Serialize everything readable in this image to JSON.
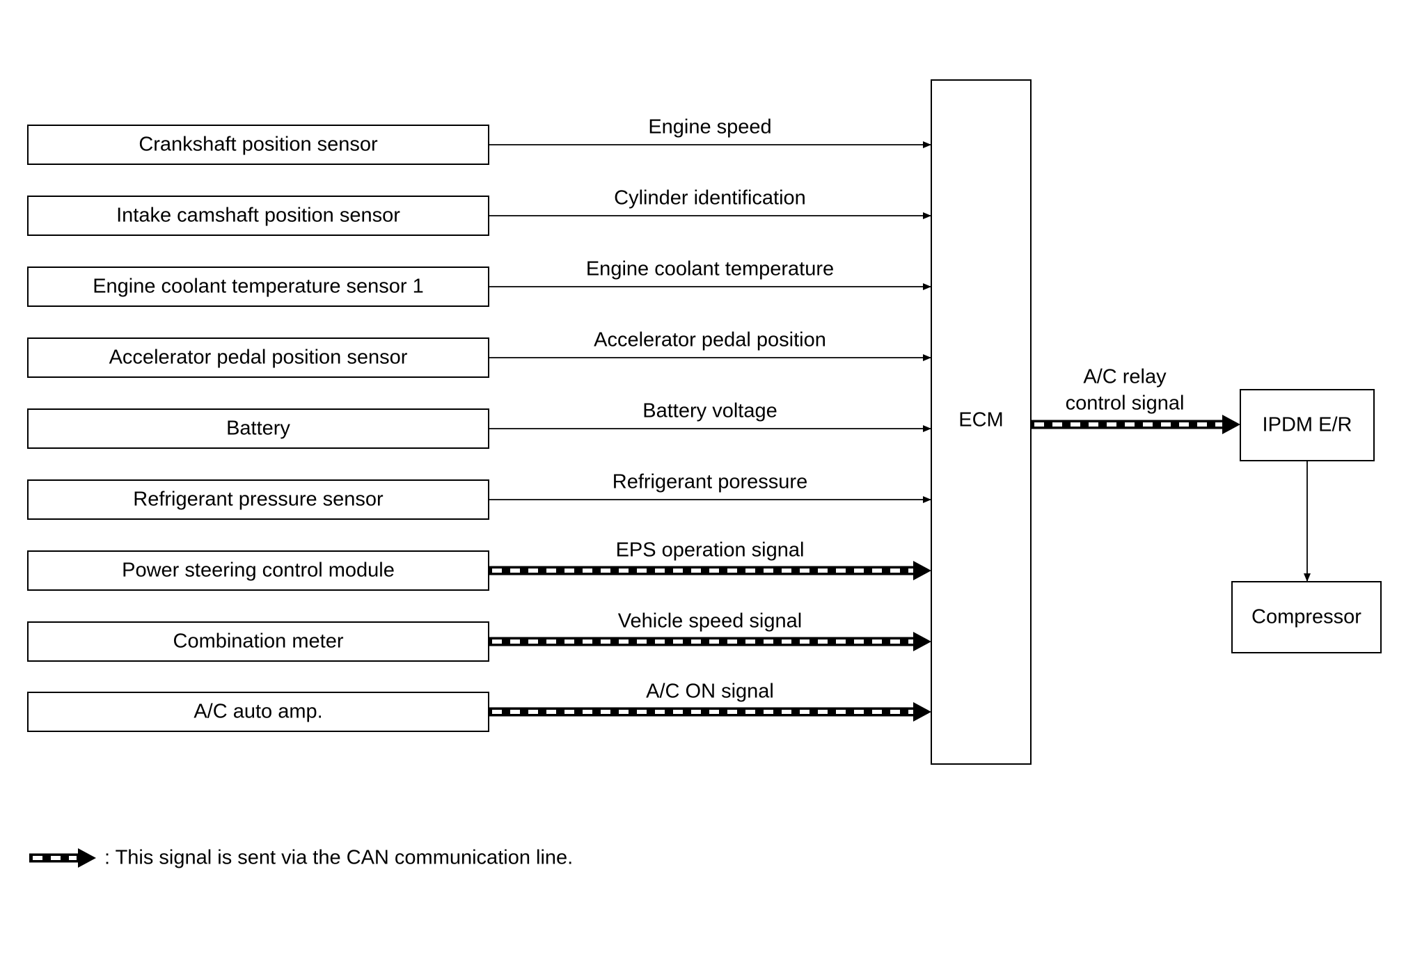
{
  "inputs": [
    {
      "device": "Crankshaft position sensor",
      "signal": "Engine speed",
      "can": false
    },
    {
      "device": "Intake camshaft position sensor",
      "signal": "Cylinder identification",
      "can": false
    },
    {
      "device": "Engine coolant temperature sensor 1",
      "signal": "Engine coolant temperature",
      "can": false
    },
    {
      "device": "Accelerator pedal position sensor",
      "signal": "Accelerator pedal position",
      "can": false
    },
    {
      "device": "Battery",
      "signal": "Battery voltage",
      "can": false
    },
    {
      "device": "Refrigerant pressure sensor",
      "signal": "Refrigerant poressure",
      "can": false
    },
    {
      "device": "Power steering control module",
      "signal": "EPS operation signal",
      "can": true
    },
    {
      "device": "Combination meter",
      "signal": "Vehicle speed signal",
      "can": true
    },
    {
      "device": "A/C auto amp.",
      "signal": "A/C ON signal",
      "can": true
    }
  ],
  "ecm": {
    "label": "ECM"
  },
  "output": {
    "signal_line1": "A/C relay",
    "signal_line2": "control signal",
    "ipdm_label": "IPDM E/R",
    "compressor_label": "Compressor"
  },
  "legend": {
    "text": ": This signal is sent via the CAN communication line."
  }
}
